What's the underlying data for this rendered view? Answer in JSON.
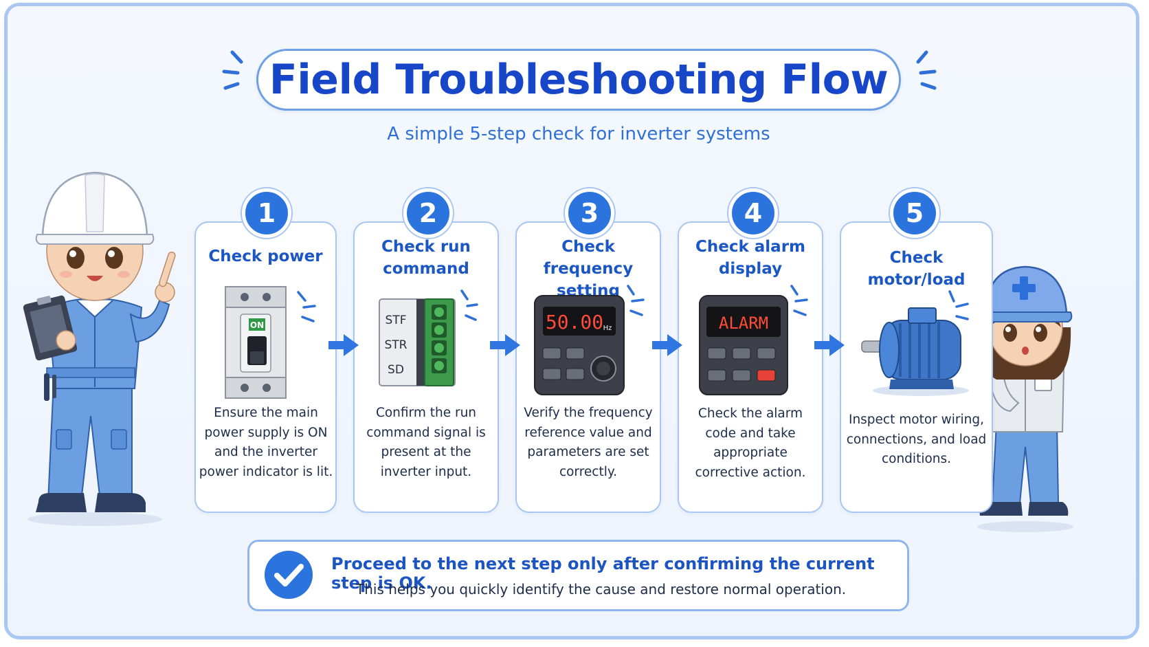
{
  "title": "Field Troubleshooting Flow",
  "subtitle": "A simple 5-step check for inverter systems",
  "steps": [
    {
      "number": "1",
      "title": "Check power",
      "description": "Ensure the main power supply is ON and the inverter power indicator is lit.",
      "icon": "circuit-breaker-icon"
    },
    {
      "number": "2",
      "title": "Check run command",
      "description": "Confirm the run command signal is present at the inverter input.",
      "icon": "terminal-block-icon"
    },
    {
      "number": "3",
      "title": "Check frequency setting",
      "description": "Verify the frequency reference value and parameters are set correctly.",
      "icon": "inverter-keypad-icon"
    },
    {
      "number": "4",
      "title": "Check alarm display",
      "description": "Check the alarm code and take appropriate corrective action.",
      "icon": "alarm-keypad-icon"
    },
    {
      "number": "5",
      "title": "Check motor/load",
      "description": "Inspect motor wiring, connections, and load conditions.",
      "icon": "electric-motor-icon"
    }
  ],
  "breaker": {
    "state_label": "ON"
  },
  "terminals": {
    "labels": [
      "STF",
      "STR",
      "SD"
    ]
  },
  "keypad_frequency": {
    "display": "50.00",
    "unit": "Hz"
  },
  "keypad_alarm": {
    "display": "ALARM"
  },
  "footer": {
    "main": "Proceed to the next step only after confirming the current step is OK.",
    "sub": "This helps you quickly identify the cause and restore normal operation.",
    "icon": "checkmark-icon"
  },
  "colors": {
    "accent": "#2c74dd",
    "title": "#1747c8",
    "border": "#a8c6f1",
    "alarm_red": "#e8413a"
  }
}
